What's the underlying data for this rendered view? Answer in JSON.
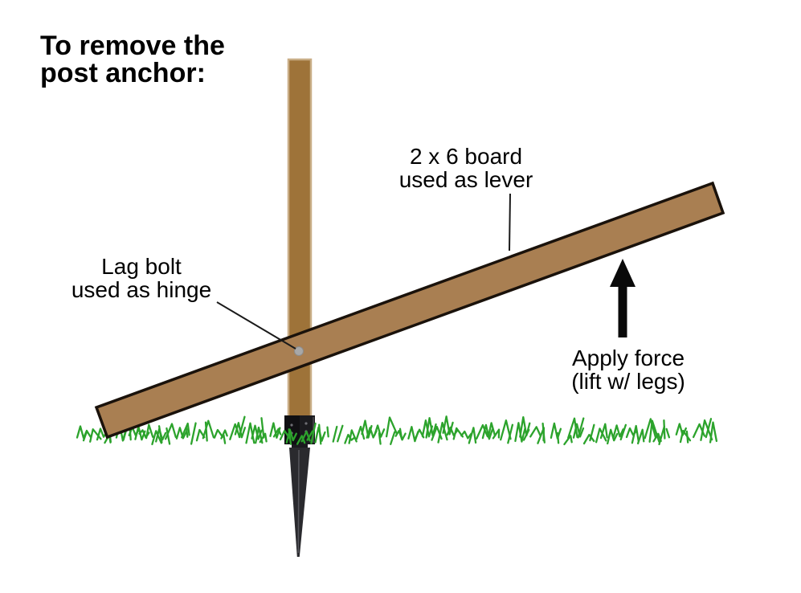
{
  "diagram": {
    "title": {
      "line1": "To remove the",
      "line2": "post anchor:"
    },
    "labels": {
      "lever": {
        "line1": "2 x 6 board",
        "line2": "used as lever"
      },
      "hinge": {
        "line1": "Lag bolt",
        "line2": "used as hinge"
      },
      "force": {
        "line1": "Apply force",
        "line2": "(lift w/ legs)"
      }
    },
    "colors": {
      "background": "#FFFFFF",
      "board": "#A97F52",
      "board_outline": "#1A120B",
      "post": "#9E7339",
      "post_edge": "#C9AE87",
      "anchor_socket": "#1B1B1F",
      "anchor_socket_shade": "#101013",
      "anchor_spike": "#2A2A2E",
      "anchor_highlight": "#56565C",
      "grass": "#2CA32C",
      "lag_bolt_dot": "#A8A8A8",
      "lag_bolt_dot_edge": "#8C8C8C",
      "arrow": "#0A0A0A",
      "pointer_line": "#1A1A1A",
      "text": "#000000"
    }
  }
}
